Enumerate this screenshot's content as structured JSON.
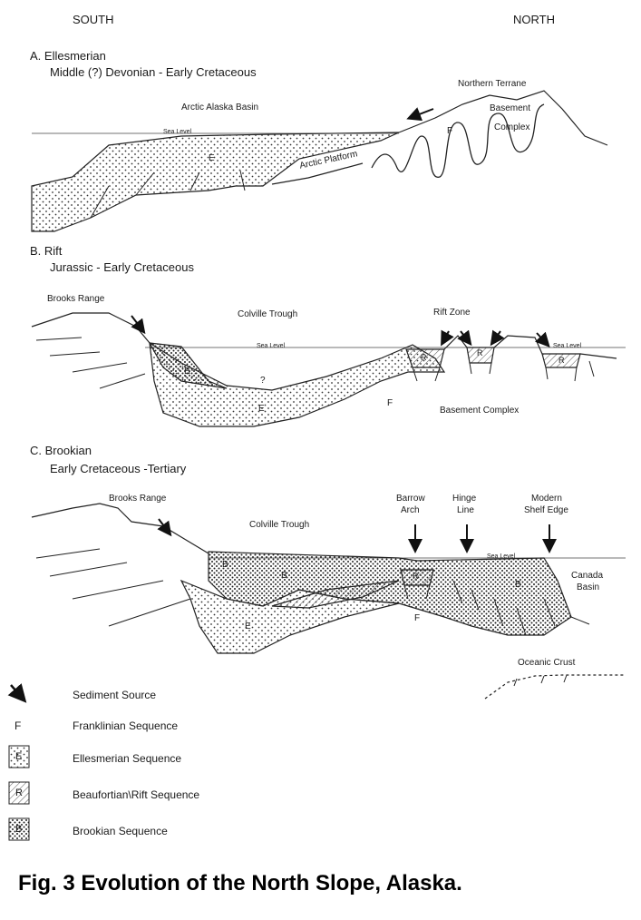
{
  "compass": {
    "south": "SOUTH",
    "north": "NORTH"
  },
  "panels": [
    {
      "heading": "A. Ellesmerian",
      "age": "Middle (?) Devonian - Early Cretaceous",
      "labels": {
        "basin": "Arctic Alaska Basin",
        "terrane": "Northern Terrane",
        "basement": "Basement",
        "complex": "Complex",
        "sea_level": "Sea Level",
        "platform": "Arctic Platform",
        "sequence_e": "E",
        "sequence_f": "F"
      }
    },
    {
      "heading": "B. Rift",
      "age": "Jurassic - Early Cretaceous",
      "labels": {
        "range": "Brooks Range",
        "trough": "Colville Trough",
        "rift_zone": "Rift Zone",
        "sea_level": "Sea Level",
        "sea_level_2": "Sea Level",
        "basement_complex": "Basement Complex",
        "query": "?",
        "sequence_b": "B",
        "sequence_e": "E",
        "sequence_f": "F",
        "sequence_r1": "R",
        "sequence_r2": "R",
        "sequence_r3": "R"
      }
    },
    {
      "heading": "C. Brookian",
      "age": "Early Cretaceous -Tertiary",
      "labels": {
        "range": "Brooks Range",
        "trough": "Colville Trough",
        "barrow_1": "Barrow",
        "barrow_2": "Arch",
        "hinge_1": "Hinge",
        "hinge_2": "Line",
        "modern_1": "Modern",
        "modern_2": "Shelf Edge",
        "sea_level": "Sea Level",
        "canada_1": "Canada",
        "canada_2": "Basin",
        "oceanic": "Oceanic Crust",
        "sequence_b1": "B",
        "sequence_b2": "B",
        "sequence_b3": "B",
        "sequence_e": "E",
        "sequence_f": "F",
        "sequence_r": "R"
      }
    }
  ],
  "legend": [
    {
      "symbol": "arrow",
      "label": "Sediment Source"
    },
    {
      "symbol": "F",
      "label": "Franklinian Sequence"
    },
    {
      "symbol": "E",
      "label": "Ellesmerian Sequence"
    },
    {
      "symbol": "R",
      "label": "Beaufortian\\Rift Sequence"
    },
    {
      "symbol": "B",
      "label": "Brookian Sequence"
    }
  ],
  "caption": "Fig. 3 Evolution of the North Slope, Alaska."
}
